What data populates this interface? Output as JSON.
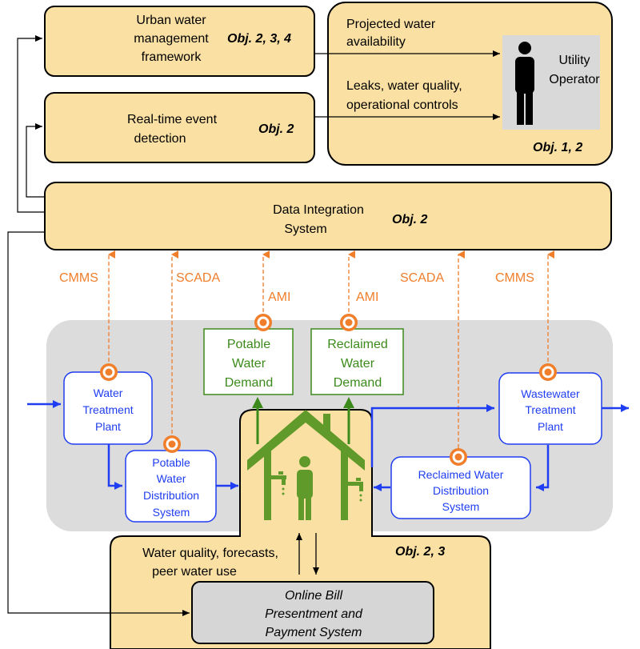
{
  "colors": {
    "box_fill": "#fbe0a4",
    "box_stroke": "#000000",
    "gray_panel": "#dcdcdc",
    "blue": "#1f3df2",
    "green": "#3c8a1c",
    "house_green": "#5f9a2a",
    "orange": "#f07e2a",
    "operator_bg": "#d9d9d9"
  },
  "boxes": {
    "urban_framework": {
      "lines": [
        "Urban water",
        "management",
        "framework"
      ],
      "obj": "Obj. 2, 3, 4"
    },
    "event_detection": {
      "lines": [
        "Real-time event",
        "detection"
      ],
      "obj": "Obj. 2"
    },
    "operator_panel": {
      "obj": "Obj. 1, 2"
    },
    "data_integration": {
      "lines": [
        "Data Integration",
        "System"
      ],
      "obj": "Obj. 2"
    },
    "online_bill": {
      "lines": [
        "Online Bill",
        "Presentment and",
        "Payment System"
      ]
    },
    "household": {
      "obj": "Obj. 2, 3"
    }
  },
  "operator": {
    "lines": [
      "Utility",
      "Operator"
    ]
  },
  "arrow_labels": {
    "projected": [
      "Projected water",
      "availability"
    ],
    "leaks": [
      "Leaks, water quality,",
      "operational controls"
    ],
    "feedback": [
      "Water quality, forecasts,",
      "peer water use"
    ]
  },
  "data_sources": {
    "cmms_left": "CMMS",
    "scada_left": "SCADA",
    "ami_left": "AMI",
    "ami_right": "AMI",
    "scada_right": "SCADA",
    "cmms_right": "CMMS"
  },
  "nodes": {
    "water_treatment": [
      "Water",
      "Treatment",
      "Plant"
    ],
    "potable_distribution": [
      "Potable",
      "Water",
      "Distribution",
      "System"
    ],
    "potable_demand": [
      "Potable",
      "Water",
      "Demand"
    ],
    "reclaimed_demand": [
      "Reclaimed",
      "Water",
      "Demand"
    ],
    "reclaimed_distribution": [
      "Reclaimed Water",
      "Distribution",
      "System"
    ],
    "wastewater_treatment": [
      "Wastewater",
      "Treatment",
      "Plant"
    ]
  }
}
